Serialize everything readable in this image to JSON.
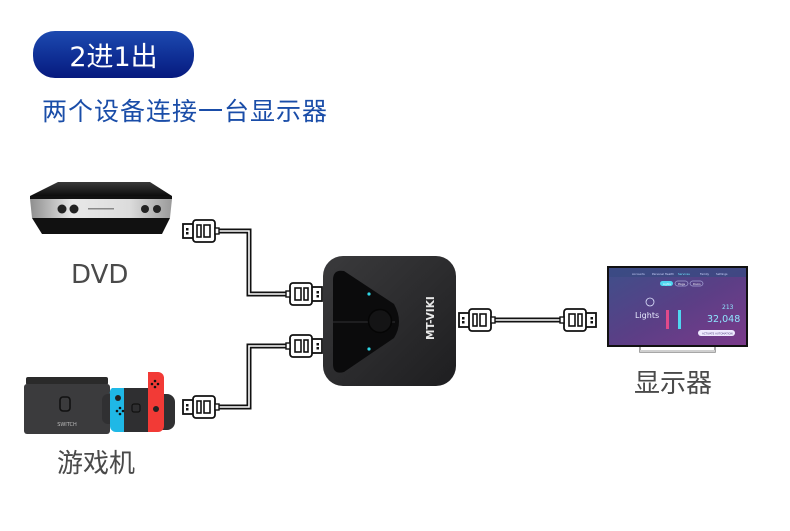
{
  "badge": {
    "text": "2进1出",
    "gradient_top": "#1d4ab0",
    "gradient_bottom": "#071a7e"
  },
  "subtitle": {
    "text": "两个设备连接一台显示器",
    "color": "#1a4da8"
  },
  "devices": {
    "dvd": {
      "label": "DVD"
    },
    "console": {
      "label": "游戏机",
      "console_text": "SWITCH",
      "left_joycon_color": "#1fb8e6",
      "right_joycon_color": "#f23a36"
    },
    "switcher": {
      "brand": "MT-VIKI",
      "led_color": "#2fd6e6"
    },
    "monitor": {
      "label": "显示器",
      "screen": {
        "tabs": [
          "Accounts",
          "Personal Health",
          "Services",
          "Family",
          "Settings"
        ],
        "pills": [
          "Lights",
          "Plugs",
          "Doors"
        ],
        "heading": "Lights",
        "stat_small": "213",
        "stat_large": "32,048",
        "button": "ACTIVATE AUTOMATION"
      }
    }
  },
  "colors": {
    "label_gray": "#4a4a4a",
    "cable": "#111111",
    "switcher_body": "#2b2b2d"
  }
}
